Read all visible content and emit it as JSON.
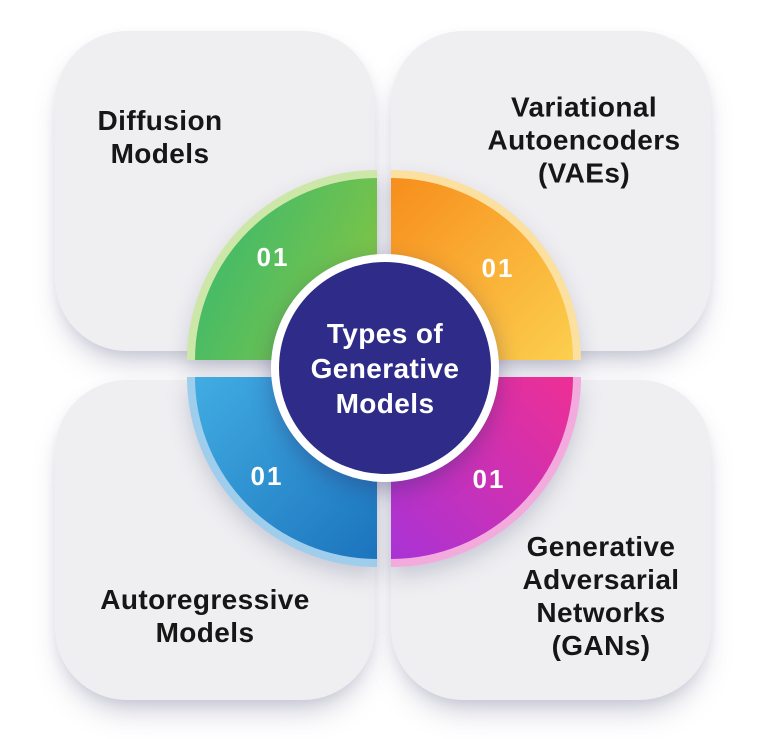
{
  "background_color": "#ffffff",
  "card_bg": "#efeff2",
  "card_text_color": "#161616",
  "center": {
    "label": "Types of\nGenerative\nModels",
    "bg_color": "#2e2c88",
    "text_color": "#ffffff",
    "ring_color": "#ffffff"
  },
  "cards": [
    {
      "id": "diffusion",
      "label": "Diffusion\nModels"
    },
    {
      "id": "vaes",
      "label": "Variational\nAutoencoders\n(VAEs)"
    },
    {
      "id": "autoregressive",
      "label": "Autoregressive\nModels"
    },
    {
      "id": "gans",
      "label": "Generative\nAdversarial\nNetworks\n(GANs)"
    }
  ],
  "quadrants": [
    {
      "id": "diffusion",
      "number": "01",
      "color_from": "#31b873",
      "color_to": "#8cc63f",
      "color_outer": "#cde7a9",
      "gradient_angle": "115deg"
    },
    {
      "id": "vaes",
      "number": "01",
      "color_from": "#f78e1c",
      "color_to": "#fccf4e",
      "color_outer": "#fbe0a0",
      "gradient_angle": "135deg"
    },
    {
      "id": "autoregressive",
      "number": "01",
      "color_from": "#41ace2",
      "color_to": "#1c74bd",
      "color_outer": "#9fcdec",
      "gradient_angle": "135deg"
    },
    {
      "id": "gans",
      "number": "01",
      "color_from": "#ee2f94",
      "color_to": "#a833d6",
      "color_outer": "#f3abdd",
      "gradient_angle": "225deg"
    }
  ]
}
